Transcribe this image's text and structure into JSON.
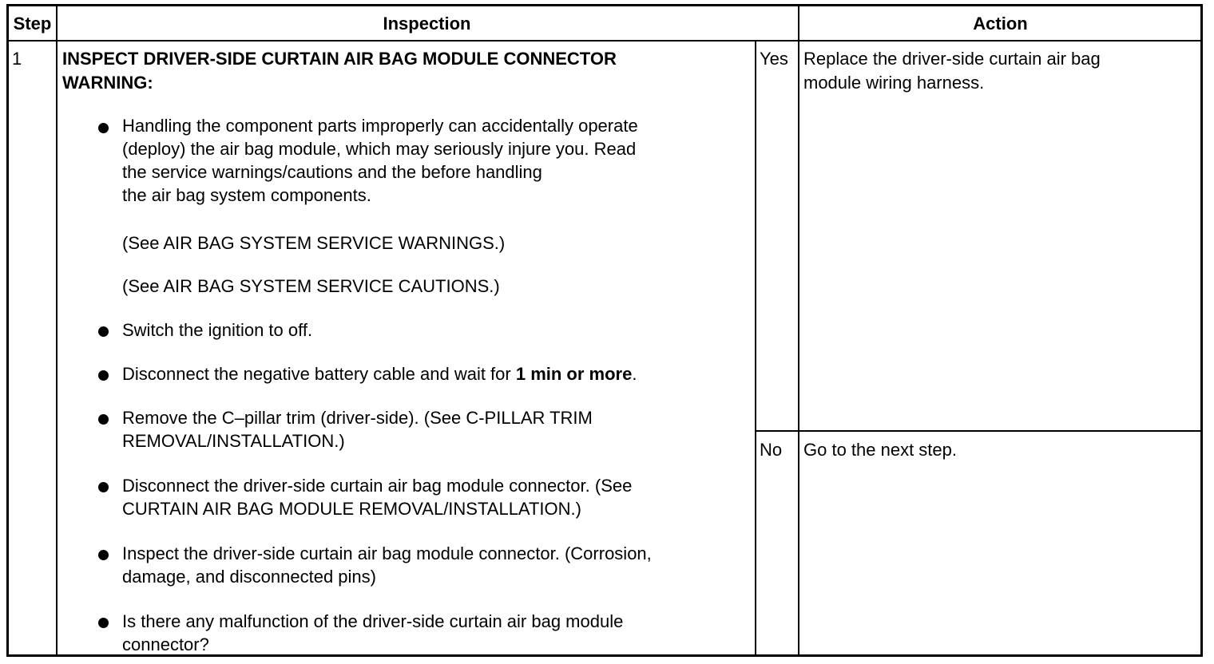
{
  "header": {
    "step": "Step",
    "inspection": "Inspection",
    "action": "Action"
  },
  "row": {
    "step_number": "1",
    "title_line1": "INSPECT DRIVER-SIDE CURTAIN AIR BAG MODULE CONNECTOR",
    "title_line2": "WARNING:",
    "bullets": [
      {
        "lines": [
          "Handling the component parts improperly can accidentally operate",
          "(deploy) the air bag module, which may seriously injure you. Read",
          "the service warnings/cautions and the before handling",
          "the air bag system components."
        ]
      },
      {
        "lines": [
          "(See AIR BAG SYSTEM SERVICE WARNINGS.)"
        ]
      },
      {
        "lines": [
          "(See AIR BAG SYSTEM SERVICE CAUTIONS.)"
        ]
      },
      {
        "lines": [
          "Switch the ignition to off."
        ]
      },
      {
        "prefix": "Disconnect the negative battery cable and wait for ",
        "bold": "1 min or more",
        "suffix": "."
      },
      {
        "lines": [
          "Remove the C–pillar trim (driver-side). (See C-PILLAR TRIM",
          "REMOVAL/INSTALLATION.)"
        ]
      },
      {
        "lines": [
          "Disconnect the driver-side curtain air bag module connector. (See",
          "CURTAIN AIR BAG MODULE REMOVAL/INSTALLATION.)"
        ]
      },
      {
        "lines": [
          "Inspect the driver-side curtain air bag module connector. (Corrosion,",
          "damage, and disconnected pins)"
        ]
      },
      {
        "lines": [
          "Is there any malfunction of the driver-side curtain air bag module",
          "connector?"
        ]
      }
    ],
    "yes_label": "Yes",
    "yes_action_line1": "Replace the driver-side curtain air bag",
    "yes_action_line2": "module wiring harness.",
    "no_label": "No",
    "no_action": "Go to the next step."
  }
}
